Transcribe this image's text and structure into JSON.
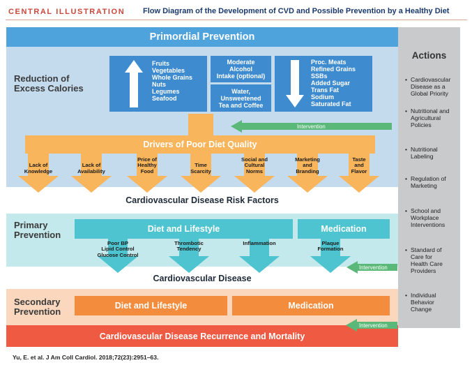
{
  "header": {
    "label": "CENTRAL ILLUSTRATION",
    "title": "Flow Diagram of the Development of CVD and Possible Prevention by a Healthy Diet"
  },
  "primordial": {
    "banner": "Primordial Prevention",
    "section_label_line1": "Reduction of",
    "section_label_line2": "Excess Calories",
    "increase_foods": [
      "Fruits",
      "Vegetables",
      "Whole Grains",
      "Nuts",
      "Legumes",
      "Seafood"
    ],
    "moderate_box": [
      "Moderate",
      "Alcohol",
      "Intake (optional)"
    ],
    "water_box": [
      "Water,",
      "Unsweetened",
      "Tea and Coffee"
    ],
    "decrease_foods": [
      "Proc. Meats",
      "Refined Grains",
      "SSBs",
      "Added Sugar",
      "Trans Fat",
      "Sodium",
      "Saturated Fat"
    ],
    "drivers_banner": "Drivers of Poor Diet Quality",
    "drivers": [
      [
        "Lack of",
        "Knowledge"
      ],
      [
        "Lack of",
        "Availability"
      ],
      [
        "Price of",
        "Healthy",
        "Food"
      ],
      [
        "Time",
        "Scarcity"
      ],
      [
        "Social and",
        "Cultural",
        "Norms"
      ],
      [
        "Marketing",
        "and",
        "Branding"
      ],
      [
        "Taste",
        "and",
        "Flavor"
      ]
    ],
    "risk_factors": "Cardiovascular Disease Risk Factors"
  },
  "primary": {
    "label_line1": "Primary",
    "label_line2": "Prevention",
    "diet_banner": "Diet and Lifestyle",
    "medication_banner": "Medication",
    "pathways": [
      [
        "Poor BP",
        "Lipid Control",
        "Glucose Control"
      ],
      [
        "Thrombotic",
        "Tendency"
      ],
      [
        "Inflammation"
      ],
      [
        "Plaque",
        "Formation"
      ]
    ],
    "outcome": "Cardiovascular Disease"
  },
  "secondary": {
    "label_line1": "Secondary",
    "label_line2": "Prevention",
    "diet_banner": "Diet and Lifestyle",
    "medication_banner": "Medication",
    "outcome": "Cardiovascular Disease Recurrence and Mortality"
  },
  "interventions": [
    "Intervention",
    "Intervention",
    "Intervention"
  ],
  "actions": {
    "title": "Actions",
    "items": [
      [
        "Cardiovascular",
        "Disease as a",
        "Global Priority"
      ],
      [
        "Nutritional and",
        "Agricultural",
        "Policies"
      ],
      [
        "Nutritional",
        "Labeling"
      ],
      [
        "Regulation of",
        "Marketing"
      ],
      [
        "School and",
        "Workplace",
        "Interventions"
      ],
      [
        "Standard of",
        "Care for",
        "Health Care",
        "Providers"
      ],
      [
        "Individual",
        "Behavior",
        "Change"
      ]
    ]
  },
  "citation": "Yu, E. et al. J Am Coll Cardiol. 2018;72(23):2951–63.",
  "colors": {
    "primordial_banner": "#4fa3dc",
    "primordial_bg": "#c4dbee",
    "food_box": "#3e8bd0",
    "drivers": "#f9b55c",
    "primary_banner": "#4dc4cf",
    "primary_bg": "#c4e9ec",
    "secondary_box": "#f48c3d",
    "secondary_bg": "#fbd7bd",
    "outcome_red": "#ef5a42",
    "actions_bg": "#c9cacb",
    "intervention_green": "#5ab978"
  }
}
